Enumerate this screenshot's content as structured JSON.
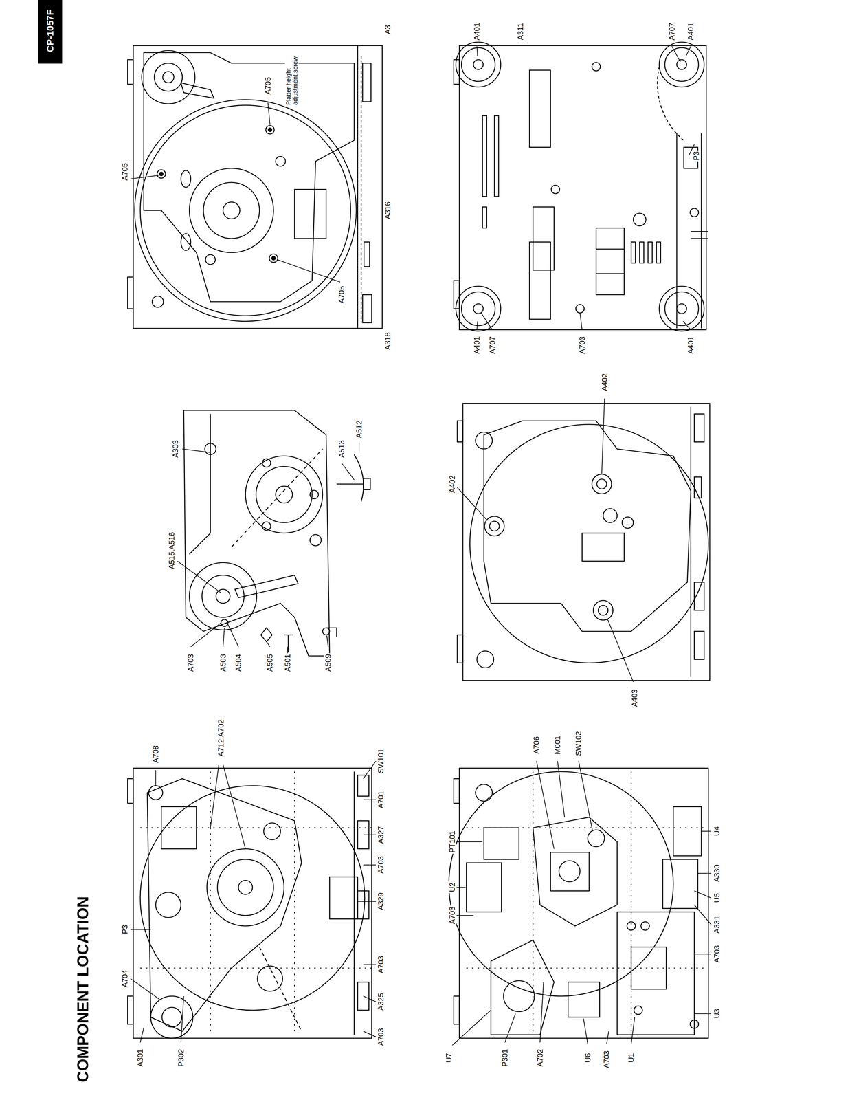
{
  "diagram": {
    "title": "COMPONENT LOCATION",
    "labels": [
      "CP-1057F",
      "A3",
      "A705",
      "A705",
      "Platter height adjustment screw",
      "A705",
      "A316",
      "A318",
      "A401",
      "A311",
      "A707",
      "A401",
      "P3",
      "A401",
      "A707",
      "A703",
      "A401",
      "A303",
      "A515,A516",
      "A513",
      "A512",
      "A703",
      "A503",
      "A504",
      "A505",
      "A501",
      "A509",
      "A402",
      "A402",
      "A403",
      "A708",
      "A712,A702",
      "SW101",
      "A701",
      "A327",
      "A703",
      "A329",
      "A703",
      "A325",
      "A703",
      "P3",
      "A704",
      "A301",
      "P302",
      "A706",
      "M001",
      "SW102",
      "PT101",
      "U2",
      "A703",
      "U7",
      "P301",
      "A702",
      "U6",
      "A703",
      "U1",
      "U4",
      "A330",
      "U5",
      "A331",
      "A703",
      "U3"
    ]
  }
}
